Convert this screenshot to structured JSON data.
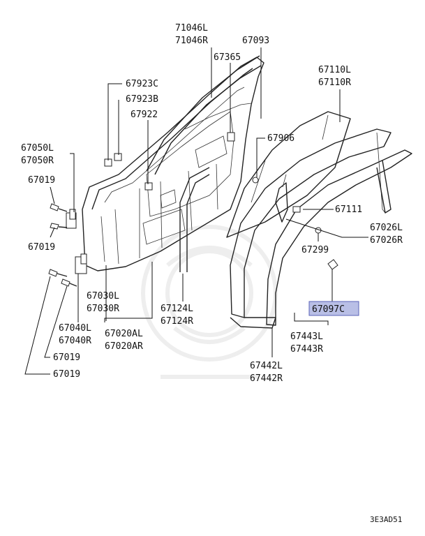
{
  "labels": {
    "p71046": [
      "71046L",
      "71046R"
    ],
    "p67093": "67093",
    "p67365": "67365",
    "p67110": [
      "67110L",
      "67110R"
    ],
    "p67923c": "67923C",
    "p67923b": "67923B",
    "p67922": "67922",
    "p67906": "67906",
    "p67050": [
      "67050L",
      "67050R"
    ],
    "p67019_a": "67019",
    "p67111": "67111",
    "p67026": [
      "67026L",
      "67026R"
    ],
    "p67019_b": "67019",
    "p67299": "67299",
    "p67097c": "67097C",
    "p67030": [
      "67030L",
      "67030R"
    ],
    "p67124": [
      "67124L",
      "67124R"
    ],
    "p67040": [
      "67040L",
      "67040R"
    ],
    "p67443": [
      "67443L",
      "67443R"
    ],
    "p67020": [
      "67020AL",
      "67020AR"
    ],
    "p67019_c": "67019",
    "p67442": [
      "67442L",
      "67442R"
    ],
    "p67019_d": "67019"
  },
  "diagram_code": "3E3AD51",
  "highlight": {
    "part": "67097C",
    "fill": "#b9bfe6",
    "stroke": "#5a63b8"
  }
}
